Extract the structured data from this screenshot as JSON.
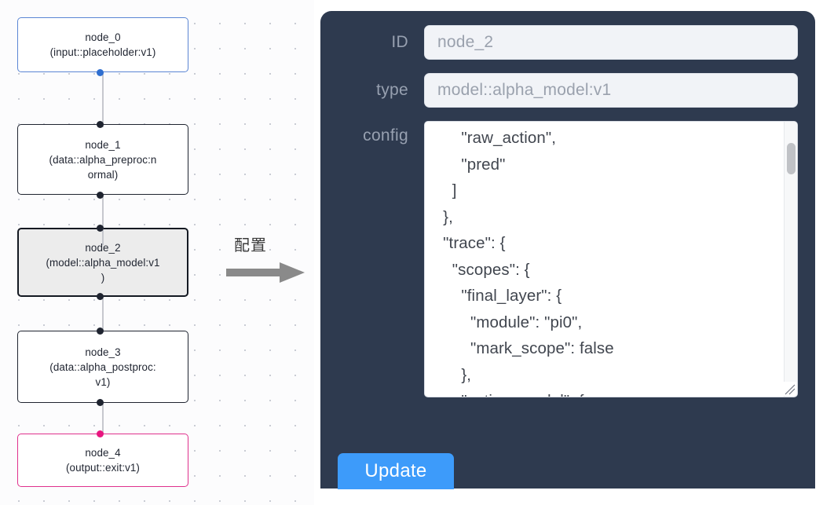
{
  "canvas": {
    "nodes": [
      {
        "id": "node_0",
        "label": "node_0\n(input::placeholder:v1)",
        "kind": "input"
      },
      {
        "id": "node_1",
        "label": "node_1\n(data::alpha_preproc:n\normal)",
        "kind": "default"
      },
      {
        "id": "node_2",
        "label": "node_2\n(model::alpha_model:v1\n)",
        "kind": "selected"
      },
      {
        "id": "node_3",
        "label": "node_3\n(data::alpha_postproc:\nv1)",
        "kind": "default"
      },
      {
        "id": "node_4",
        "label": "node_4\n(output::exit:v1)",
        "kind": "output"
      }
    ],
    "colors": {
      "input_border": "#5b86d4",
      "default_border": "#1f2430",
      "selected_fill": "#ececec",
      "output_border": "#e0318d",
      "edge": "#c6c8ce",
      "handle": "#1f2430",
      "handle_input": "#2f6fd0",
      "handle_output": "#e8157f"
    }
  },
  "arrow": {
    "label": "配置",
    "icon": "arrow-right-icon",
    "color": "#808080"
  },
  "panel": {
    "id_label": "ID",
    "id_value": "node_2",
    "type_label": "type",
    "type_value": "model::alpha_model:v1",
    "config_label": "config",
    "config_value": "        \"raw_action\",\n        \"pred\"\n      ]\n    },\n    \"trace\": {\n      \"scopes\": {\n        \"final_layer\": {\n          \"module\": \"pi0\",\n          \"mark_scope\": false\n        },\n        \"action_model\": {",
    "update_label": "Update",
    "colors": {
      "panel_bg": "#2e3a4f",
      "field_bg": "#f1f3f7",
      "field_text": "#9aa1ad",
      "label_text": "#97a0b0",
      "button_bg": "#3d9bfa",
      "button_text": "#ffffff",
      "code_text": "#41464f"
    }
  }
}
